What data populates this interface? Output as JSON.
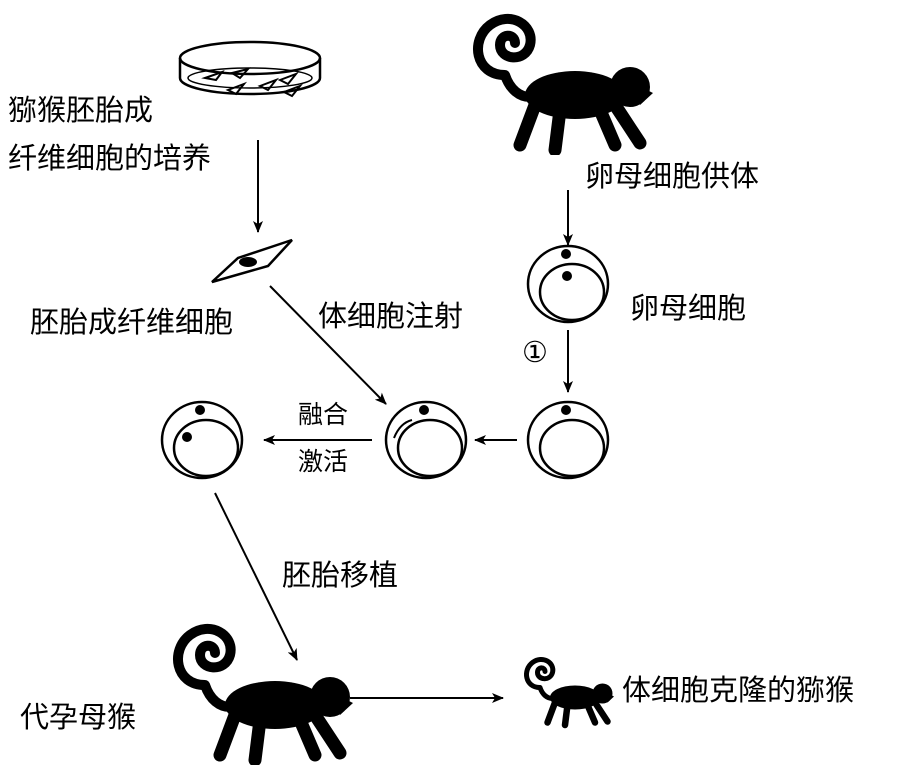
{
  "labels": {
    "culture_line1": "猕猴胚胎成",
    "culture_line2": "纤维细胞的培养",
    "fibroblast": "胚胎成纤维细胞",
    "injection": "体细胞注射",
    "donor": "卵母细胞供体",
    "oocyte": "卵母细胞",
    "step1": "①",
    "fusion": "融合",
    "activation": "激活",
    "transfer": "胚胎移植",
    "surrogate": "代孕母猴",
    "clone": "体细胞克隆的猕猴"
  },
  "colors": {
    "ink": "#000000",
    "background": "#ffffff"
  }
}
